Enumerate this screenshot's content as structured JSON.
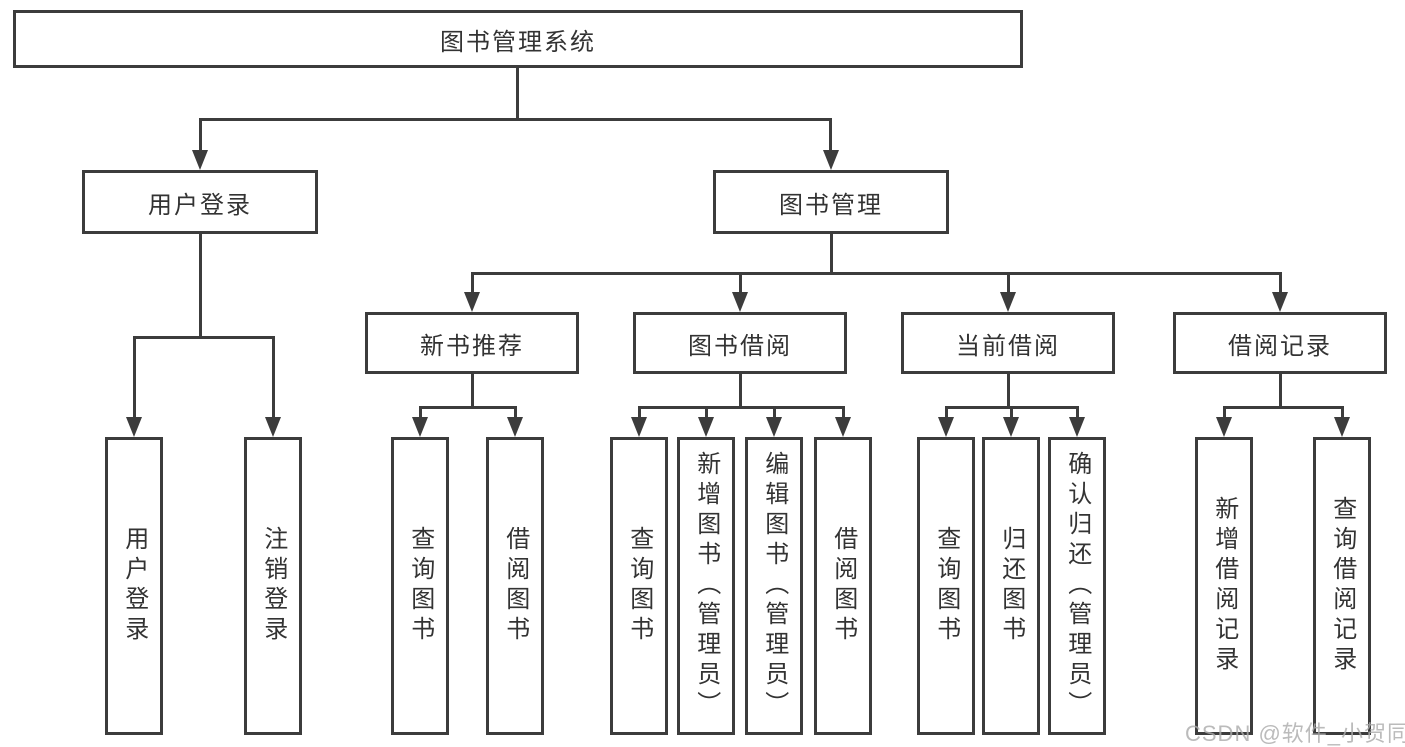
{
  "tree": {
    "label": "图书管理系统",
    "children": [
      {
        "label": "用户登录",
        "children": [
          {
            "label": "用户登录"
          },
          {
            "label": "注销登录"
          }
        ]
      },
      {
        "label": "图书管理",
        "children": [
          {
            "label": "新书推荐",
            "children": [
              {
                "label": "查询图书"
              },
              {
                "label": "借阅图书"
              }
            ]
          },
          {
            "label": "图书借阅",
            "children": [
              {
                "label": "查询图书"
              },
              {
                "label": "新增图书（管理员）"
              },
              {
                "label": "编辑图书（管理员）"
              },
              {
                "label": "借阅图书"
              }
            ]
          },
          {
            "label": "当前借阅",
            "children": [
              {
                "label": "查询图书"
              },
              {
                "label": "归还图书"
              },
              {
                "label": "确认归还（管理员）"
              }
            ]
          },
          {
            "label": "借阅记录",
            "children": [
              {
                "label": "新增借阅记录"
              },
              {
                "label": "查询借阅记录"
              }
            ]
          }
        ]
      }
    ]
  },
  "watermark": {
    "text": "CSDN @软件_小贺同学"
  },
  "colors": {
    "line": "#3c3c3c",
    "text": "#333333",
    "watermark": "#acacac",
    "background": "#ffffff"
  }
}
